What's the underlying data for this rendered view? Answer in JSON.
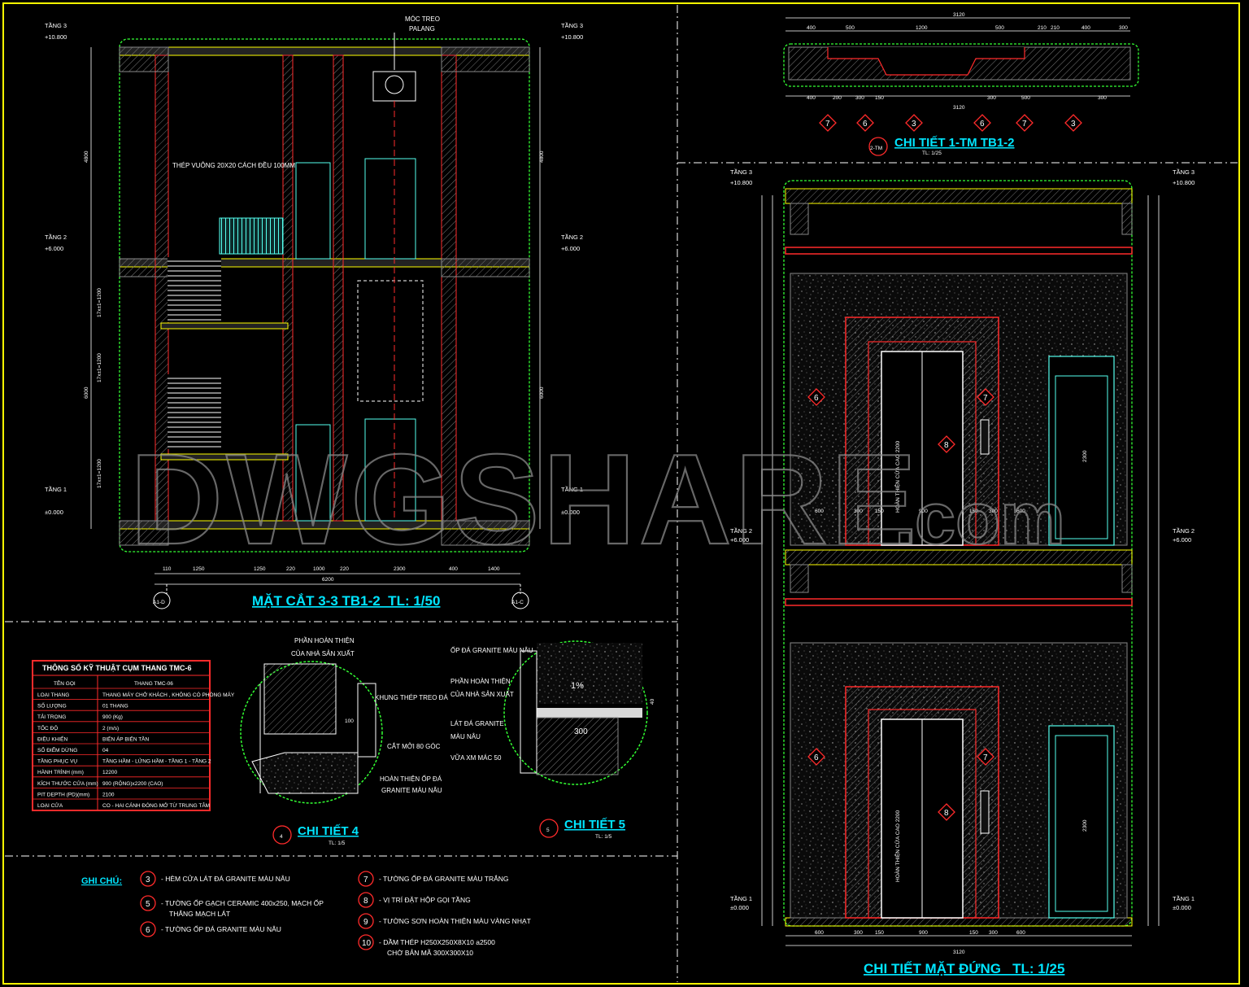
{
  "watermark": {
    "main": "DWGSHARE",
    "sub": ".com"
  },
  "section": {
    "title": "MẶT CẮT 3-3 TB1-2_TL: 1/50",
    "hook_label": [
      "MÓC TREO",
      "PALANG"
    ],
    "steel_note": "THÉP VUÔNG 20X20 CÁCH ĐỀU 100MM",
    "levels": [
      {
        "name": "TẦNG 3",
        "value": "+10.800"
      },
      {
        "name": "TẦNG 2",
        "value": "+6.000"
      },
      {
        "name": "TẦNG 1",
        "value": "±0.000"
      }
    ],
    "axes": [
      "A1-D",
      "A1-C"
    ],
    "bottom_dims": [
      "110",
      "1250",
      "1250",
      "220",
      "1000",
      "220",
      "2300",
      "400",
      "1400"
    ],
    "total_dim": "6200",
    "left_dims": [
      "17x±1=1200",
      "17x±1=1200",
      "17x±1=1200"
    ],
    "right_dims": [
      "4800",
      "6000"
    ]
  },
  "detail1": {
    "title": "CHI TIẾT 1-TM TB1-2",
    "scale": "TL: 1/25",
    "tag": "2-TM",
    "top_dims": [
      "400",
      "500",
      "1200",
      "500",
      "210",
      "210",
      "400",
      "300"
    ],
    "bottom_dims": [
      "400",
      "200",
      "300",
      "150",
      "3120",
      "300",
      "500",
      "300"
    ],
    "total": "3120",
    "markers": [
      "7",
      "6",
      "3",
      "6",
      "7",
      "3"
    ]
  },
  "elevation": {
    "title": "CHI TIẾT MẶT ĐỨNG _TL: 1/25",
    "levels": [
      {
        "name": "TẦNG 3",
        "value": "+10.800"
      },
      {
        "name": "TẦNG 2",
        "value": "+6.000"
      },
      {
        "name": "TẦNG 1",
        "value": "±0.000"
      }
    ],
    "door_label": "HOÀN THIỆN CỬA CAO 2200",
    "door_dim": "2300",
    "bottom_dims": [
      "600",
      "300",
      "150",
      "900",
      "150",
      "300",
      "600"
    ],
    "total": "3120",
    "markers": [
      "6",
      "7",
      "8"
    ]
  },
  "table": {
    "title": "THÔNG SỐ KỸ THUẬT CỤM THANG TMC-6",
    "header": [
      "TÊN GỌI",
      "THANG TMC-06"
    ],
    "rows": [
      [
        "LOẠI THANG",
        "THANG MÁY CHỞ KHÁCH , KHÔNG CÓ PHÒNG MÁY"
      ],
      [
        "SỐ LƯỢNG",
        "01 THANG"
      ],
      [
        "TẢI TRỌNG",
        "900 (Kg)"
      ],
      [
        "TỐC ĐỘ",
        "2 (m/s)"
      ],
      [
        "ĐIỀU KHIỂN",
        "BIẾN ÁP BIẾN TẦN"
      ],
      [
        "SỐ ĐIỂM DỪNG",
        "04"
      ],
      [
        "TẦNG PHỤC VỤ",
        "TẦNG HẦM - LỬNG HẦM - TẦNG 1 - TẦNG 2"
      ],
      [
        "HÀNH TRÌNH (mm)",
        "12200"
      ],
      [
        "KÍCH THƯỚC CỬA (mm)",
        "900 (RỘNG)x2200 (CAO)"
      ],
      [
        "PIT DEPTH (PD)(mm)",
        "2100"
      ],
      [
        "LOẠI CỬA",
        "CO - HAI CÁNH ĐÓNG MỞ TỪ TRUNG TÂM"
      ]
    ]
  },
  "detail4": {
    "title": "CHI TIẾT 4",
    "scale": "TL: 1/5",
    "tag": "4",
    "labels": [
      "PHẦN HOÀN THIỆN",
      "CỦA NHÀ SẢN XUẤT",
      "KHUNG THÉP TREO ĐÁ",
      "CẮT MỞI 80 GÓC",
      "HOÀN THIỆN ỐP ĐÁ",
      "GRANITE MÀU NÂU"
    ],
    "dim": "100"
  },
  "detail5": {
    "title": "CHI TIẾT 5",
    "scale": "TL: 1/5",
    "tag": "5",
    "labels": [
      "ỐP ĐÁ GRANITE MÀU NÂU",
      "PHẦN HOÀN THIỆN",
      "CỦA NHÀ SẢN XUẤT",
      "LÁT ĐÁ GRANITE",
      "MÀU NÂU",
      "VỮA XM MÁC 50"
    ],
    "dims": [
      "300",
      "40",
      "1%"
    ]
  },
  "notes": {
    "title": "GHI CHÚ:",
    "items": [
      {
        "n": "3",
        "text": "- HÈM CỬA LÁT ĐÁ GRANITE MÀU NÂU"
      },
      {
        "n": "5",
        "text": "- TƯỜNG ỐP GẠCH CERAMIC 400x250, MẠCH ỐP",
        "text2": "THẲNG MẠCH LÁT"
      },
      {
        "n": "6",
        "text": "- TƯỜNG ỐP ĐÁ GRANITE MÀU NÂU"
      },
      {
        "n": "7",
        "text": "- TƯỜNG ỐP ĐÁ GRANITE MÀU TRẮNG"
      },
      {
        "n": "8",
        "text": "- VỊ TRÍ ĐẶT HỘP GỌI TẦNG"
      },
      {
        "n": "9",
        "text": "- TƯỜNG SƠN HOÀN THIỆN MÀU VÀNG NHẠT"
      },
      {
        "n": "10",
        "text": "- DẦM THÉP H250X250X8X10 a2500",
        "text2": "CHỜ BẢN MÃ 300X300X10"
      }
    ]
  },
  "colors": {
    "frame": "#ffff00",
    "wall": "#ff2b2b",
    "dim": "#ffffff",
    "green": "#33ff33",
    "cyan": "#00e5ff"
  }
}
